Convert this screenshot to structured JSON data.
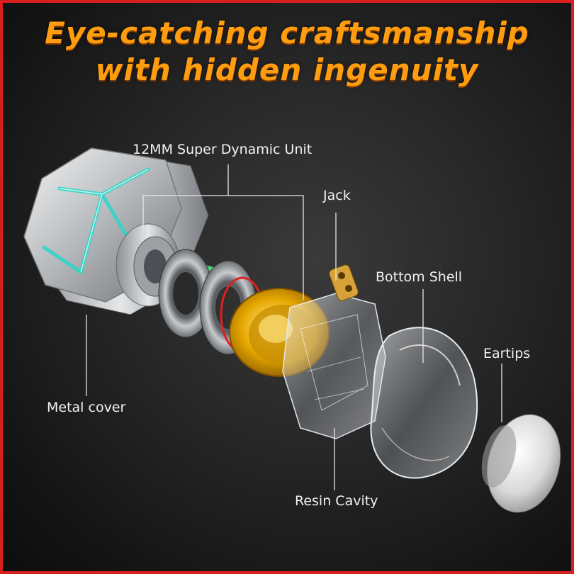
{
  "headline": {
    "line1": "Eye-catching craftsmanship",
    "line2": "with hidden ingenuity"
  },
  "callouts": {
    "dynamic_unit": "12MM Super Dynamic Unit",
    "jack": "Jack",
    "bottom_shell": "Bottom Shell",
    "eartips": "Eartips",
    "metal_cover": "Metal cover",
    "resin_cavity": "Resin Cavity"
  },
  "colors": {
    "border": "#d81f1f",
    "headline": "#ff9d10",
    "accent_teal": "#2fd6c8",
    "coil_green": "#3de07a",
    "gold_ring": "#e6a800"
  }
}
